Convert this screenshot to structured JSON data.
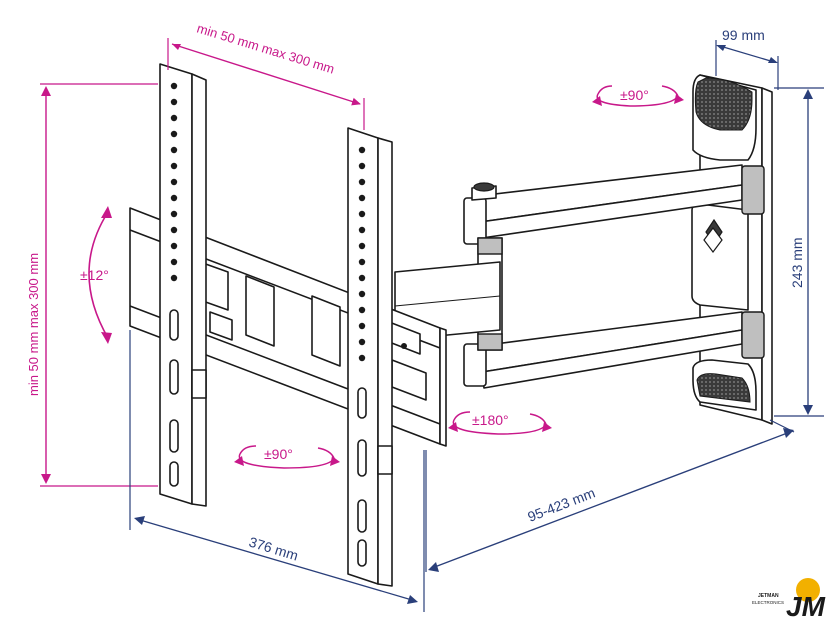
{
  "colors": {
    "accent_magenta": "#c8188a",
    "accent_blue": "#2a3f7a",
    "line": "#1a1a1a"
  },
  "dimensions": {
    "vesa_horizontal": "min 50 mm max 300 mm",
    "vesa_vertical": "min 50 mm max 300 mm",
    "plate_depth": "99 mm",
    "plate_height": "243 mm",
    "arm_extension": "95-423 mm",
    "bracket_width": "376  mm"
  },
  "rotations": {
    "tilt": "±12°",
    "plate_swivel": "±90°",
    "bracket_swivel": "±90°",
    "arm_swivel": "±180°"
  },
  "logo": {
    "name": "JETMAN",
    "sub": "ELECTRONICS",
    "mark": "JM"
  }
}
